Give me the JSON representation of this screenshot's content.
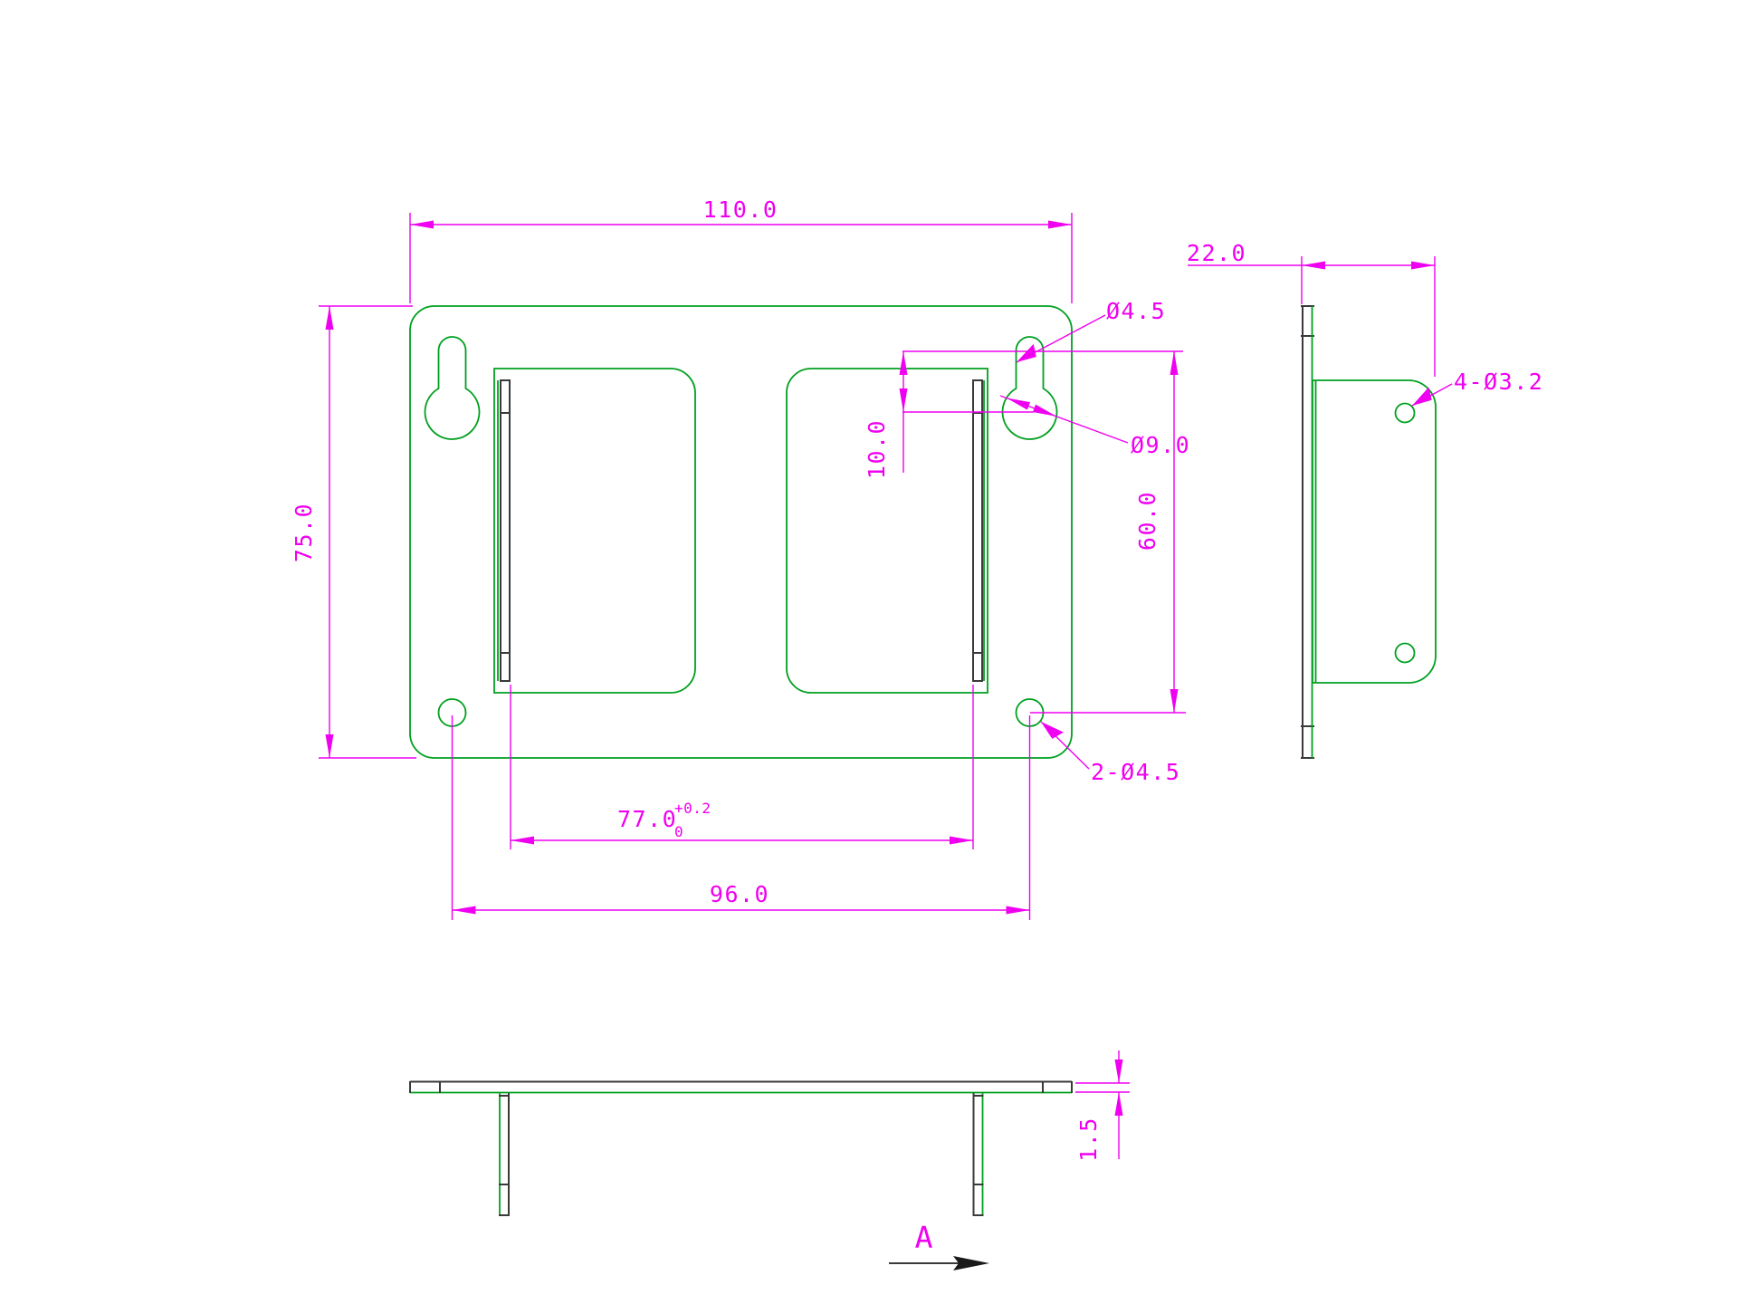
{
  "colors": {
    "geometry_green": "#00a020",
    "dimension_magenta": "#f000f0",
    "edge_dark": "#3a3a3a",
    "background": "#ffffff"
  },
  "front_view": {
    "dim_overall_width": "110.0",
    "dim_overall_height": "75.0",
    "dim_corner_hole_spacing": "96.0",
    "dim_tab_span": "77.0",
    "dim_tab_span_tol_upper": "+0.2",
    "dim_tab_span_tol_lower": "0",
    "dim_keyhole_center_offset": "10.0",
    "dim_hole_vertical_span": "60.0",
    "label_keyhole_small_dia": "Ø4.5",
    "label_keyhole_large_dia": "Ø9.0",
    "label_corner_holes": "2-Ø4.5"
  },
  "side_view": {
    "dim_depth": "22.0",
    "label_flange_holes": "4-Ø3.2"
  },
  "bottom_view": {
    "dim_thickness": "1.5",
    "label_view_direction": "A"
  }
}
